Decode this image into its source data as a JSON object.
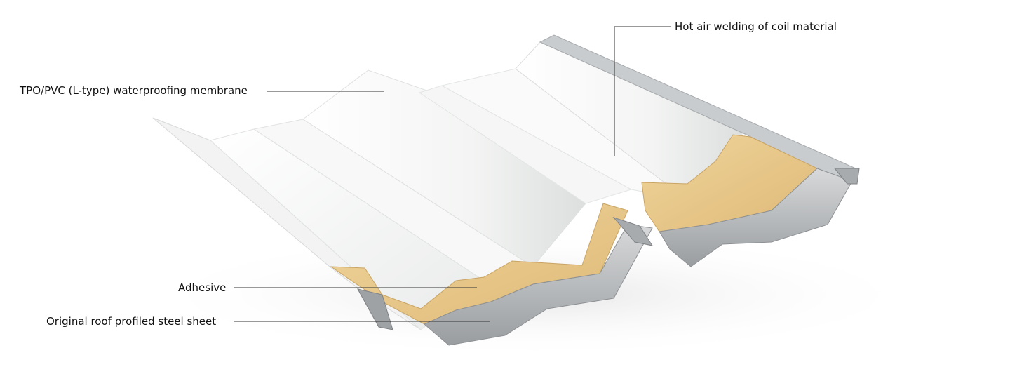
{
  "labels": {
    "membrane": "TPO/PVC (L-type) waterproofing membrane",
    "welding": "Hot air welding of coil material",
    "adhesive": "Adhesive",
    "steel": "Original roof profiled steel sheet"
  },
  "colors": {
    "membrane": "#f4f5f4",
    "membrane_shade": "#e4e6e5",
    "adhesive": "#e8c98a",
    "adhesive_dark": "#c9a464",
    "steel": "#c4c6c8",
    "steel_dark": "#8e9194",
    "leader_line": "#333333"
  }
}
